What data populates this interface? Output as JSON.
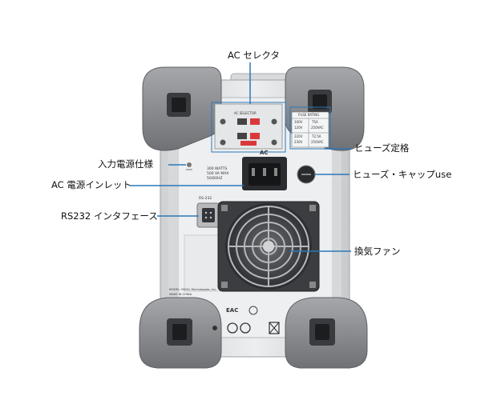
{
  "callouts": {
    "ac_selector": "AC セレクタ",
    "input_power_spec": "入力電源仕様",
    "ac_inlet": "AC 電源インレット",
    "rs232": "RS232 インタフェース",
    "fuse_rating": "ヒューズ定格",
    "fuse_cap": "ヒューズ・キャップuse",
    "fan": "換気ファン"
  },
  "panel": {
    "ac_label": "AC",
    "selector_title": "AC SELECTOR",
    "power_spec_lines": [
      "300 WATTS",
      "500 VA MAX",
      "50/60HZ"
    ],
    "fuse_table_title": "FUSE RATING",
    "fuse_rows": [
      {
        "voltage": "100V",
        "fuse": "T5A"
      },
      {
        "voltage": "120V",
        "fuse": "250VAC"
      },
      {
        "voltage": "220V",
        "fuse": "T2.5A"
      },
      {
        "voltage": "230V",
        "fuse": "250VAC"
      }
    ],
    "rs232_label": "RS-232",
    "model_line": "MODEL: RIGOL Technologies, Inc.",
    "made_in": "MADE IN CHINA",
    "eac_mark": "EAC"
  },
  "colors": {
    "body": "#e2e4e6",
    "bumper": "#8c8e92",
    "callout_line": "#2b78b8",
    "selector_red": "#d9383a"
  }
}
